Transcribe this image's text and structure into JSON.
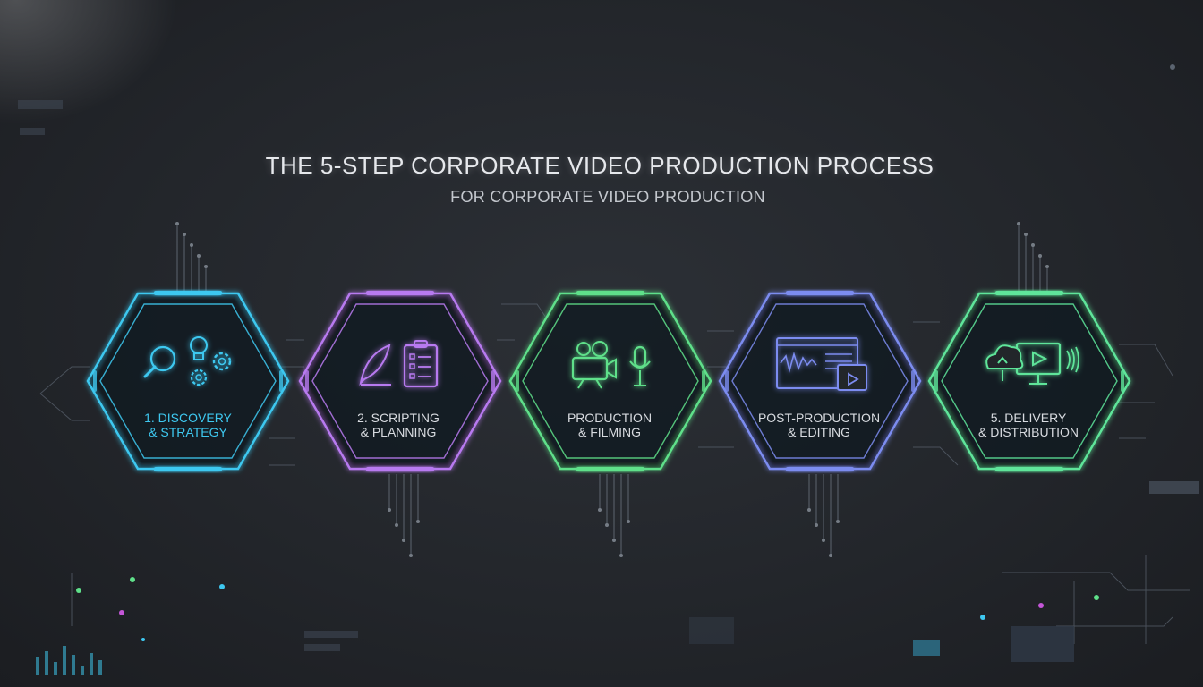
{
  "title": "THE 5-STEP CORPORATE VIDEO PRODUCTION PROCESS",
  "subtitle": "FOR CORPORATE VIDEO PRODUCTION",
  "steps": [
    {
      "line1": "1. DISCOVERY",
      "line2": "& STRATEGY",
      "color": "#3ec8f0",
      "icon": "search-idea-gears-icon"
    },
    {
      "line1": "2. SCRIPTING",
      "line2": "& PLANNING",
      "color": "#b87af0",
      "icon": "quill-clipboard-icon"
    },
    {
      "line1": "PRODUCTION",
      "line2": "& FILMING",
      "color": "#5fe08a",
      "icon": "camera-microphone-icon"
    },
    {
      "line1": "POST-PRODUCTION",
      "line2": "& EDITING",
      "color": "#7c8cf0",
      "icon": "editing-timeline-icon"
    },
    {
      "line1": "5. DELIVERY",
      "line2": "& DISTRIBUTION",
      "color": "#5ee59a",
      "icon": "cloud-monitor-broadcast-icon"
    }
  ]
}
